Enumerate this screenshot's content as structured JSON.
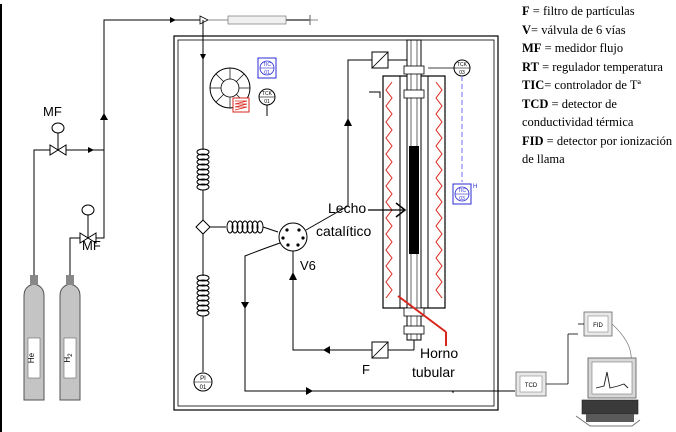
{
  "labels": {
    "mf_top": "MF",
    "mf_bottom": "MF",
    "v6": "V6",
    "f": "F",
    "lecho_line1": "Lecho",
    "lecho_line2": "catalítico",
    "horno_line1": "Horno",
    "horno_line2": "tubular",
    "he_tank": "He",
    "h2_tank": "H",
    "h2_sub": "2",
    "tcd_box": "TCD",
    "fid_box": "FID",
    "tic01": "TIC",
    "tic01_num": "01",
    "tck01": "TCK",
    "tck01_num": "01",
    "tck03": "TCK",
    "tck03_num": "03",
    "tic03": "TIC",
    "tic03_num": "03",
    "tic03_h": "H",
    "pi01": "PI",
    "pi01_num": "01"
  },
  "legend": [
    {
      "abbr": "F",
      "sep": " = ",
      "text": "filtro de partículas"
    },
    {
      "abbr": "V",
      "sep": "= ",
      "text": "válvula de 6 vías"
    },
    {
      "abbr": "MF",
      "sep": " = ",
      "text": "medidor flujo"
    },
    {
      "abbr": "RT",
      "sep": " = ",
      "text": "regulador temperatura"
    },
    {
      "abbr": "TIC",
      "sep": "= ",
      "text": "controlador de Tª"
    },
    {
      "abbr": "TCD",
      "sep": " = ",
      "text": "detector de conductividad térmica"
    },
    {
      "abbr": "FID",
      "sep": " = ",
      "text": "detector por ionización de llama"
    }
  ],
  "colors": {
    "line": "#000000",
    "heater": "#d9261c",
    "instrument_blue": "#2b2bd6",
    "dashed_blue": "#6e6ef0",
    "bed": "#000000"
  }
}
